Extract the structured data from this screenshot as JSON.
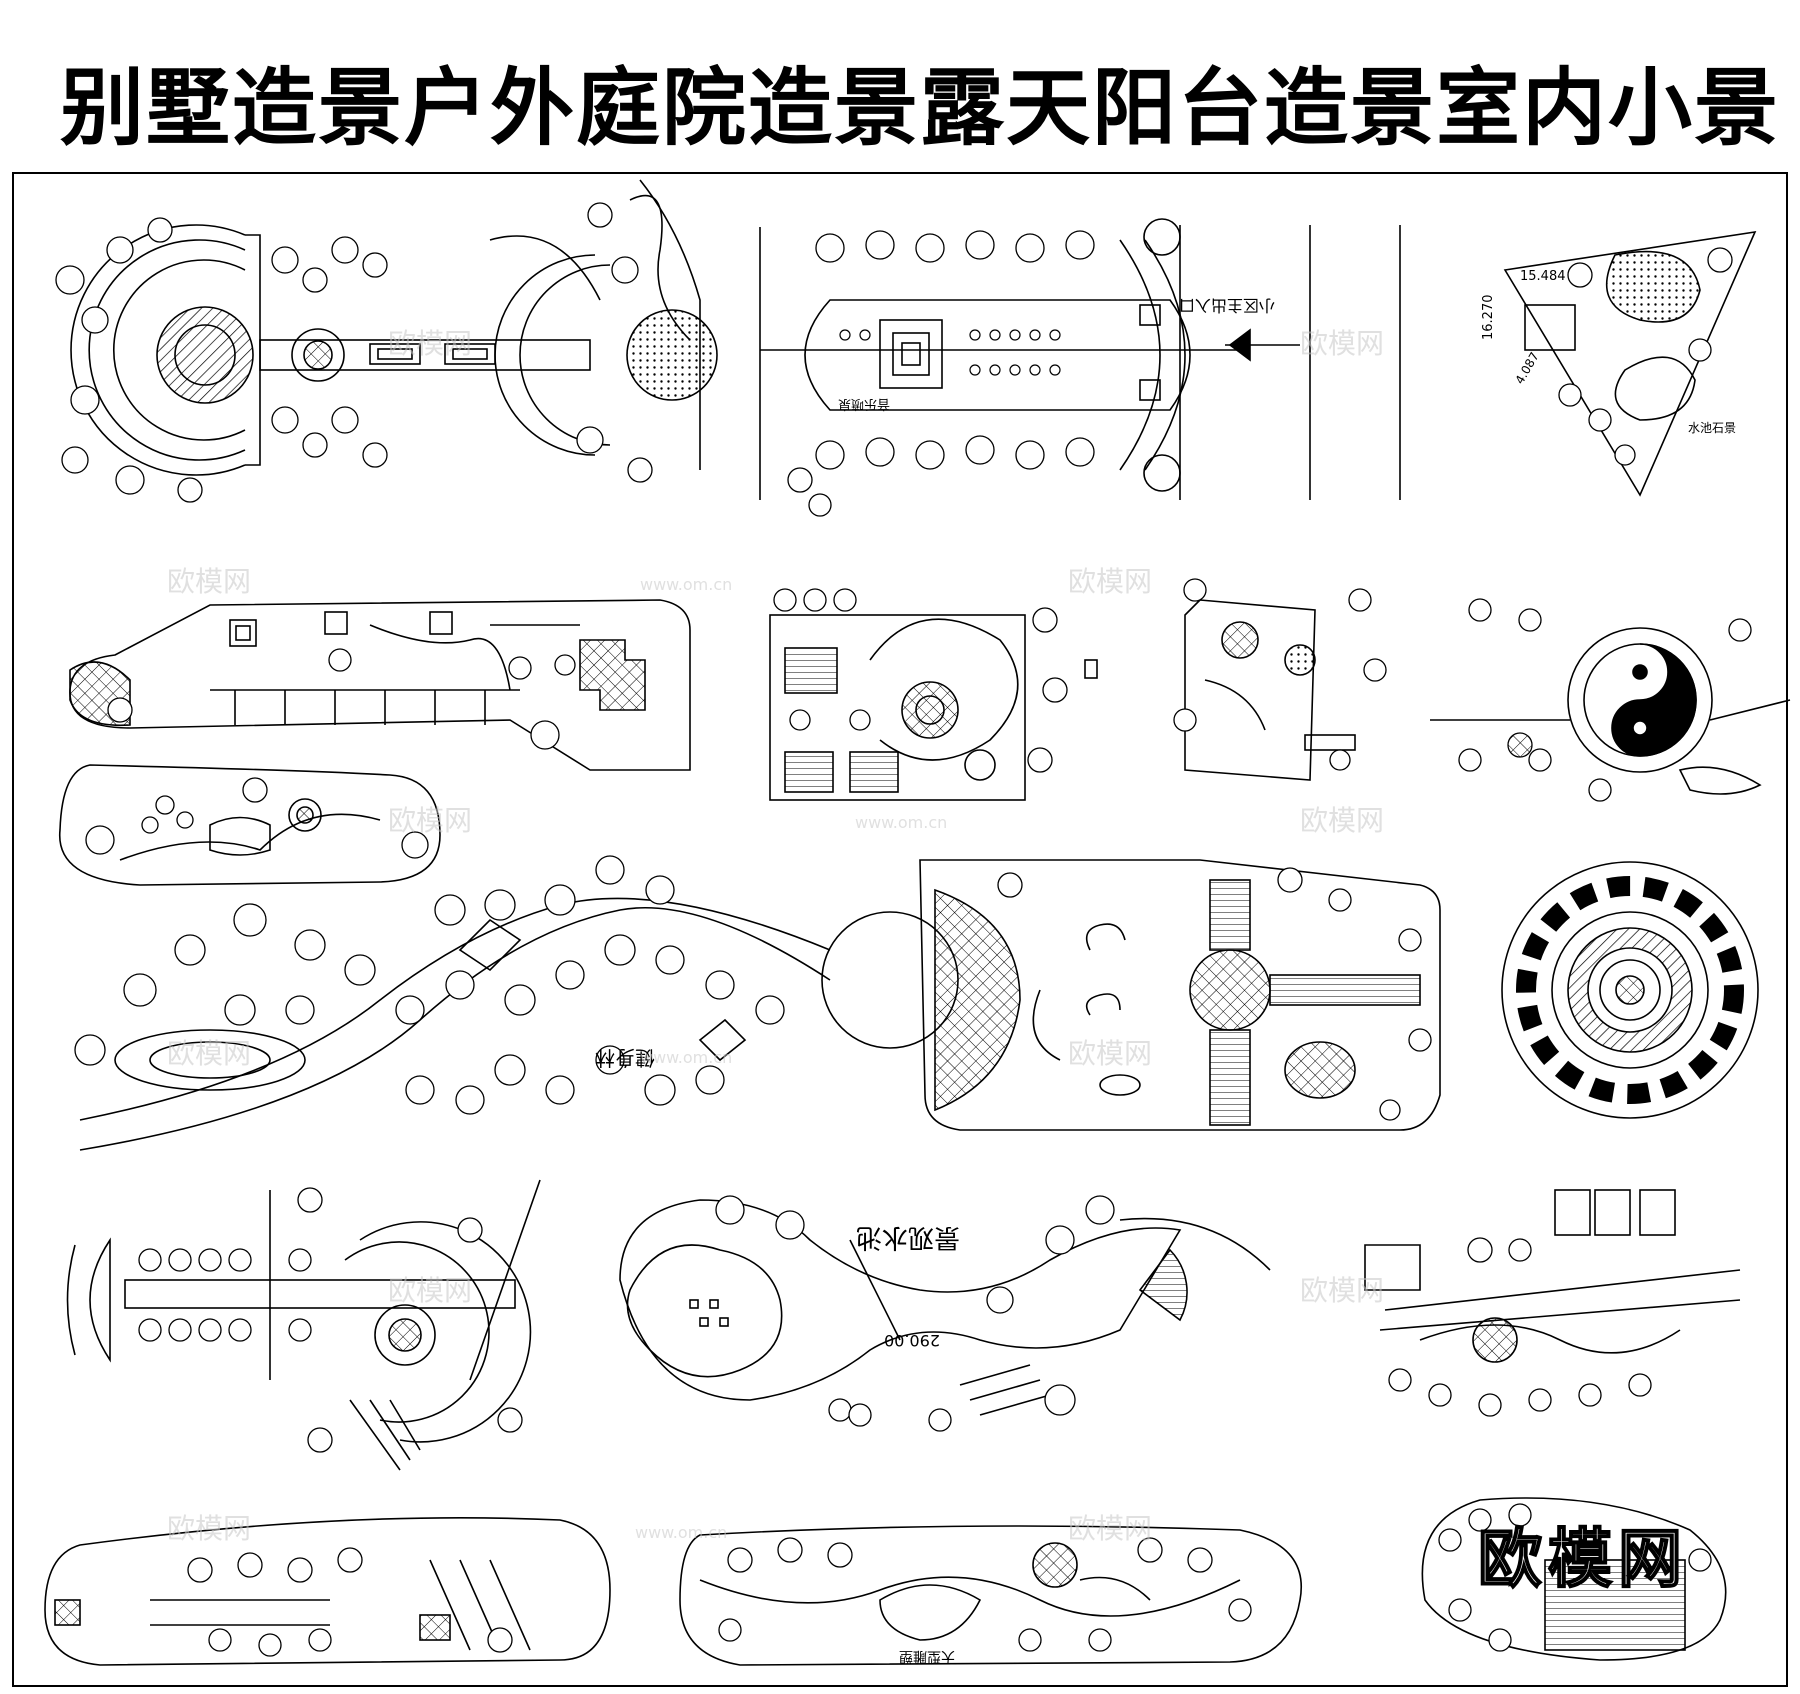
{
  "title": "别墅造景户外庭院造景露天阳台造景室内小景",
  "labels": {
    "entrance": "小区主出入口",
    "music_fountain": "音乐喷泉",
    "dim_1": "15.484",
    "dim_2": "16.270",
    "dim_3": "4.087",
    "waterfall": "水池石景",
    "fitness_forest": "健身林",
    "landscape_pool": "景观水池",
    "elevation": "290.00",
    "sculpture": "大型雕塑"
  },
  "watermark": {
    "brand": "欧模网",
    "url": "www.om.cn"
  },
  "colors": {
    "ink": "#000000",
    "paper": "#ffffff",
    "watermark": "#c8c8c8"
  }
}
